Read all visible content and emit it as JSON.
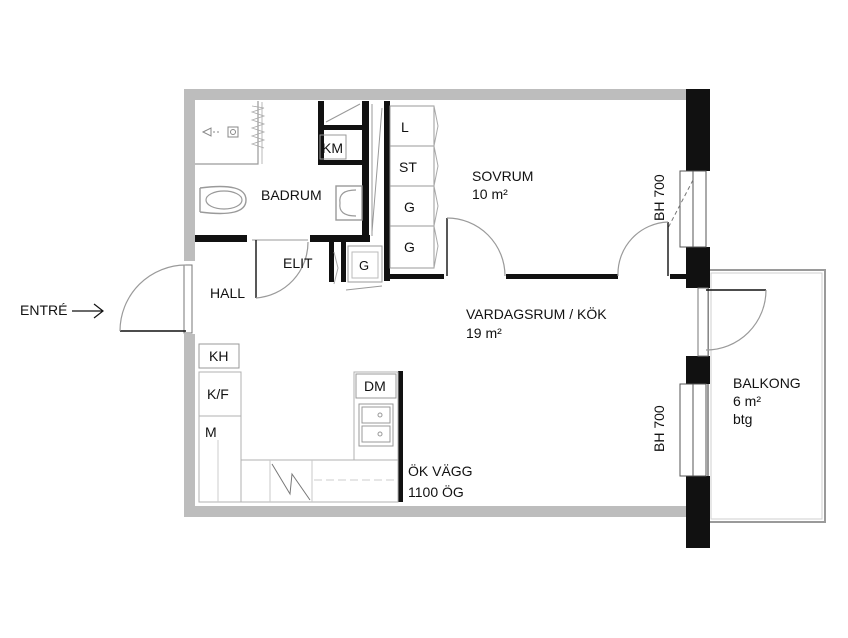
{
  "rooms": {
    "sovrum": {
      "name": "SOVRUM",
      "area": "10 m²"
    },
    "vardagsrum": {
      "name": "VARDAGSRUM / KÖK",
      "area": "19 m²"
    },
    "balkong": {
      "name": "BALKONG",
      "area": "6 m²",
      "note": "btg"
    },
    "badrum": {
      "name": "BADRUM"
    },
    "hall": {
      "name": "HALL"
    }
  },
  "entry": {
    "label": "ENTRÉ"
  },
  "labels": {
    "elit": "ELIT",
    "km": "KM",
    "wardrobe_l": "L",
    "wardrobe_st": "ST",
    "wardrobe_g1": "G",
    "wardrobe_g2": "G",
    "hall_g": "G",
    "kh": "KH",
    "kf": "K/F",
    "m": "M",
    "dm": "DM",
    "window_top": "BH 700",
    "window_bottom": "BH 700",
    "kitchen_wall_1": "ÖK VÄGG",
    "kitchen_wall_2": "1100 ÖG"
  }
}
